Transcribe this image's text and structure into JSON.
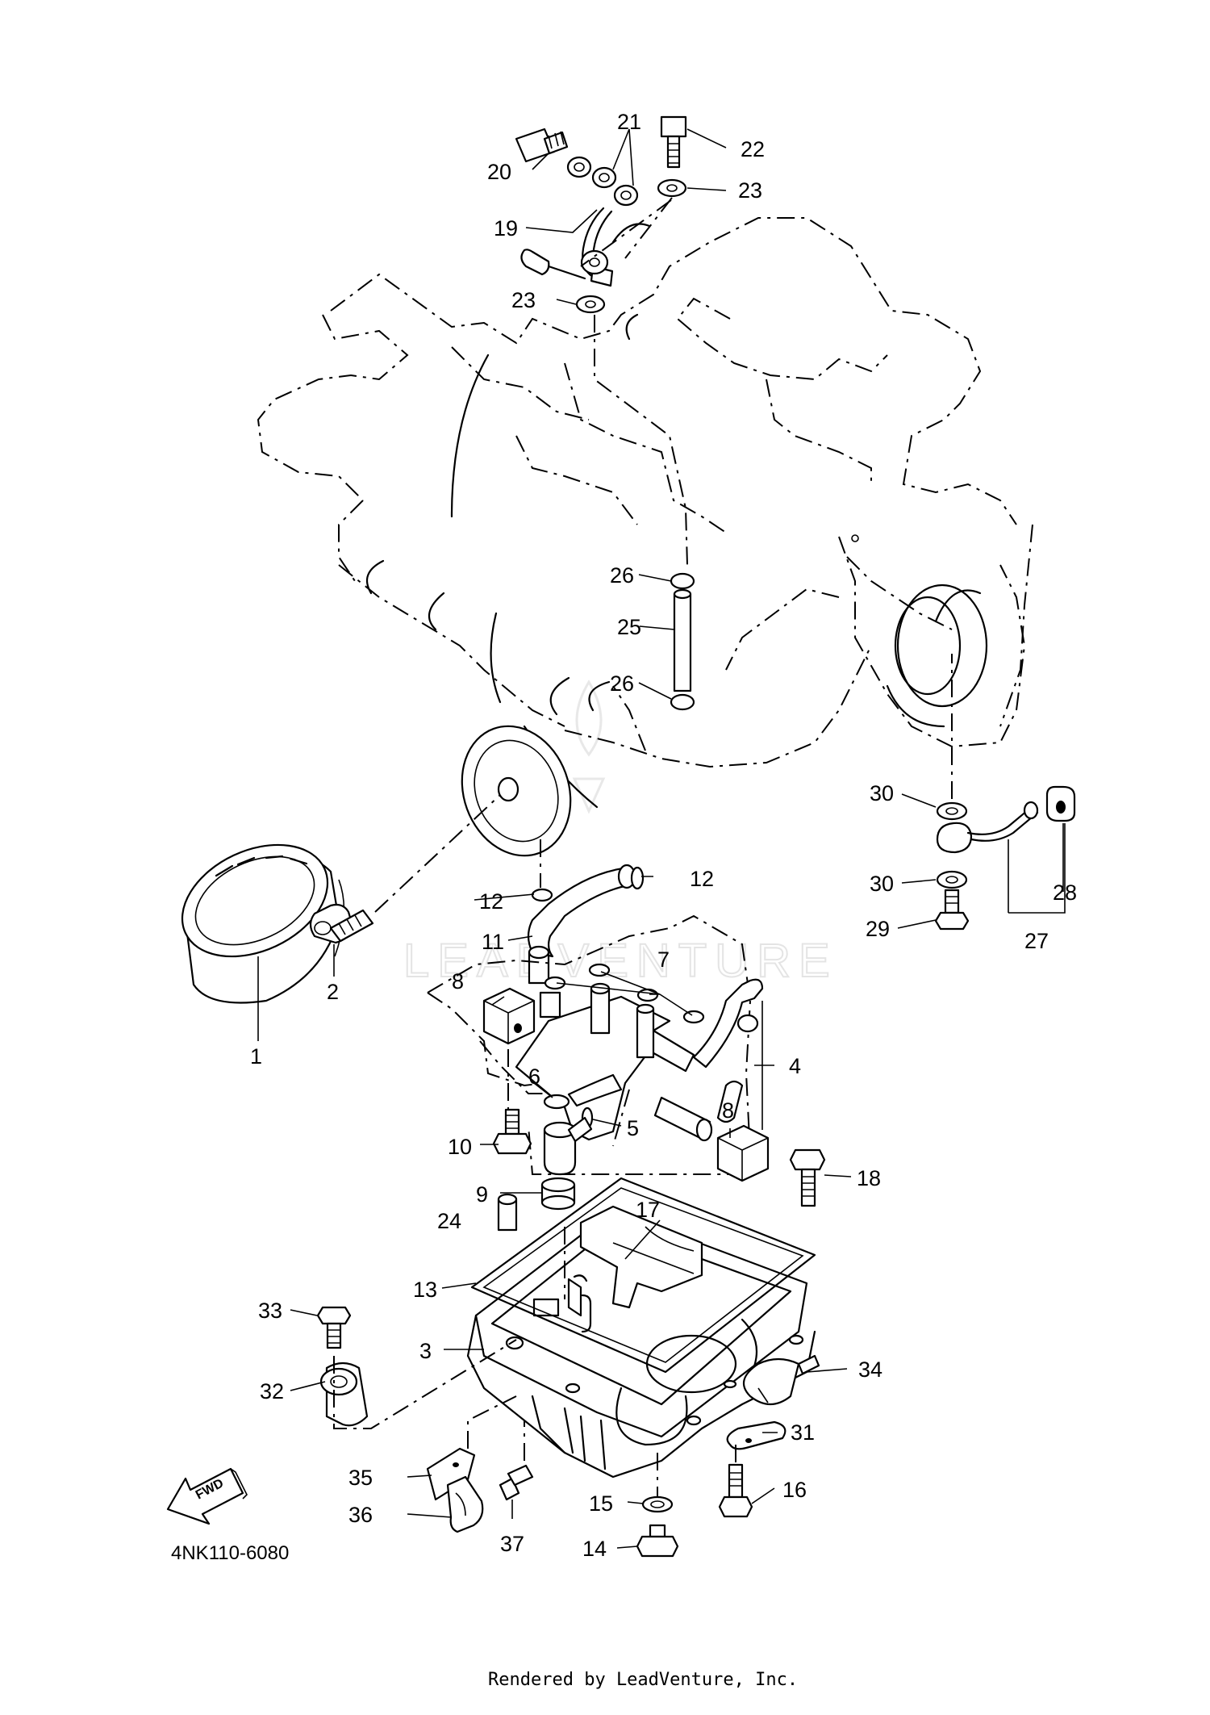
{
  "diagram": {
    "reference_code": "4NK110-6080",
    "credit": "Rendered by LeadVenture, Inc.",
    "watermark": "LEADVENTURE",
    "direction_arrow_label": "FWD",
    "part_labels": [
      "1",
      "2",
      "3",
      "4",
      "5",
      "6",
      "7",
      "8",
      "8",
      "9",
      "10",
      "11",
      "12",
      "12",
      "13",
      "14",
      "15",
      "16",
      "17",
      "18",
      "19",
      "20",
      "21",
      "22",
      "23",
      "23",
      "24",
      "25",
      "26",
      "26",
      "27",
      "28",
      "29",
      "30",
      "30",
      "31",
      "32",
      "33",
      "34",
      "35",
      "36",
      "37"
    ]
  }
}
